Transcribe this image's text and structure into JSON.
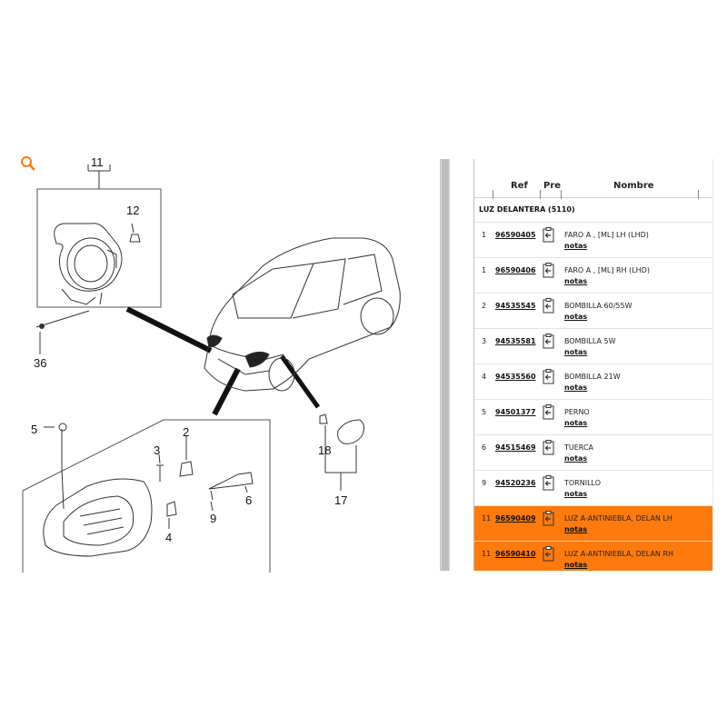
{
  "diagram": {
    "callouts": [
      "11",
      "12",
      "36",
      "5",
      "2",
      "3",
      "6",
      "9",
      "4",
      "18",
      "17"
    ]
  },
  "table": {
    "headers": {
      "ref": "Ref",
      "pre": "Pre",
      "nombre": "Nombre"
    },
    "section": "LUZ DELANTERA (5110)",
    "rows": [
      {
        "qty": "1",
        "ref": "96590405",
        "name": "FARO A , [ML] LH (LHD)",
        "notes": "notas",
        "highlight": false
      },
      {
        "qty": "1",
        "ref": "96590406",
        "name": "FARO A , [ML] RH (LHD)",
        "notes": "notas",
        "highlight": false
      },
      {
        "qty": "2",
        "ref": "94535545",
        "name": "BOMBILLA 60/55W",
        "notes": "notas",
        "highlight": false
      },
      {
        "qty": "3",
        "ref": "94535581",
        "name": "BOMBILLA 5W",
        "notes": "notas",
        "highlight": false
      },
      {
        "qty": "4",
        "ref": "94535560",
        "name": "BOMBILLA 21W",
        "notes": "notas",
        "highlight": false
      },
      {
        "qty": "5",
        "ref": "94501377",
        "name": "PERNO",
        "notes": "notas",
        "highlight": false
      },
      {
        "qty": "6",
        "ref": "94515469",
        "name": "TUERCA",
        "notes": "notas",
        "highlight": false
      },
      {
        "qty": "9",
        "ref": "94520236",
        "name": "TORNILLO",
        "notes": "notas",
        "highlight": false
      },
      {
        "qty": "11",
        "ref": "96590409",
        "name": "LUZ A-ANTINIEBLA, DELAN LH",
        "notes": "notas",
        "highlight": true
      },
      {
        "qty": "11",
        "ref": "96590410",
        "name": "LUZ A-ANTINIEBLA, DELAN RH",
        "notes": "notas",
        "highlight": true
      }
    ],
    "highlight_color": "#ff7a0d"
  }
}
